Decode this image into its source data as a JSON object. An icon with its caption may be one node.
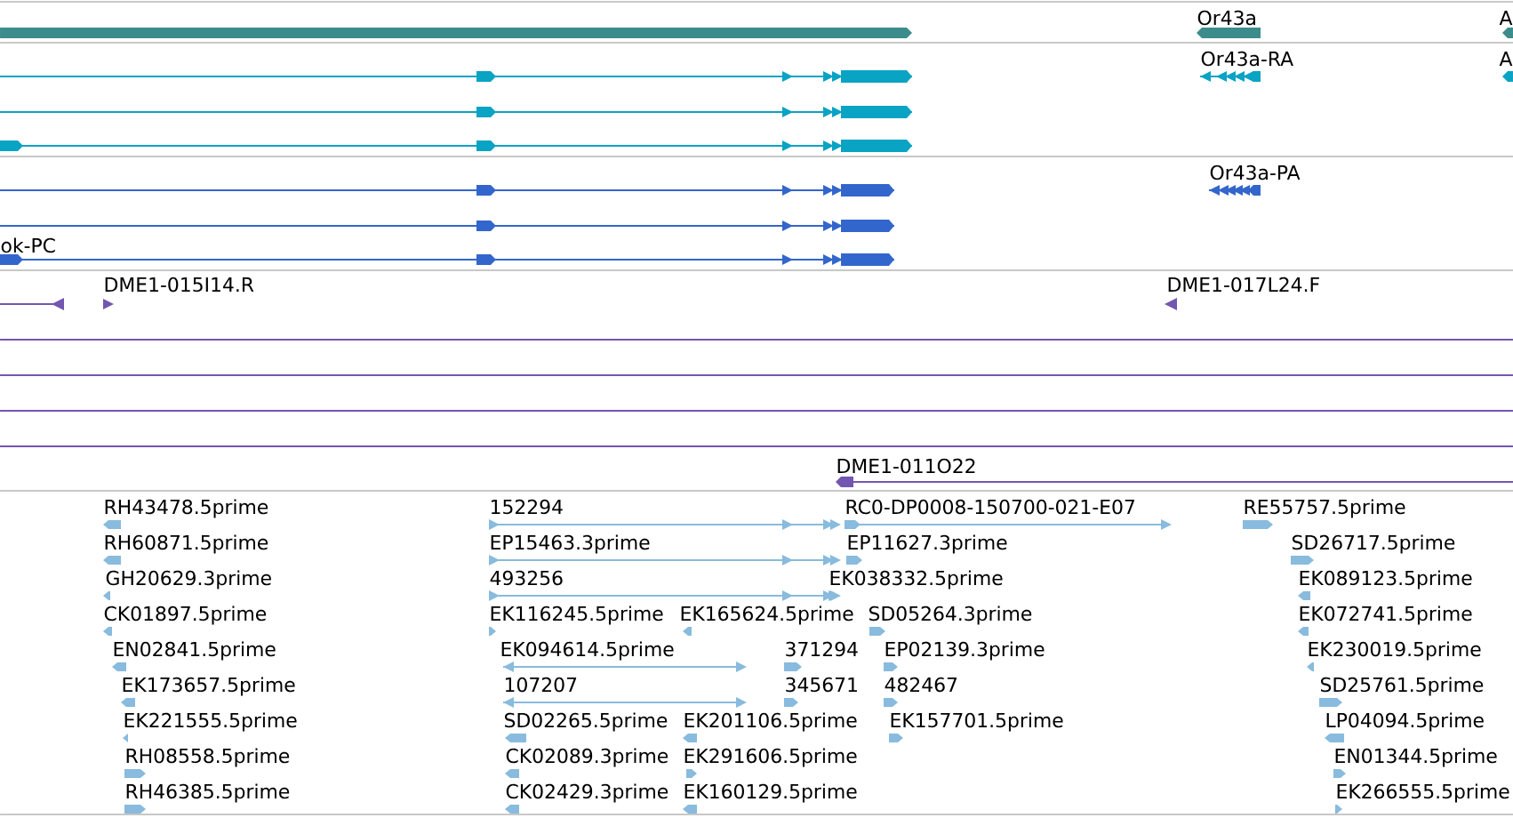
{
  "diagram": {
    "labels": [
      "Or43a",
      "A",
      "Or43a-RA",
      "A",
      "Or43a-PA",
      "ok-PC",
      "DME1-015I14.R",
      "DME1-017L24.F",
      "DME1-011O22",
      "RH43478.5prime",
      "152294",
      "RC0-DP0008-150700-021-E07",
      "RE55757.5prime",
      "RH60871.5prime",
      "EP15463.3prime",
      "EP11627.3prime",
      "SD26717.5prime",
      "GH20629.3prime",
      "493256",
      "EK038332.5prime",
      "EK089123.5prime",
      "CK01897.5prime",
      "EK116245.5prime",
      "EK165624.5prime",
      "SD05264.3prime",
      "EK072741.5prime",
      "EN02841.5prime",
      "EK094614.5prime",
      "371294",
      "EP02139.3prime",
      "EK230019.5prime",
      "EK173657.5prime",
      "107207",
      "345671",
      "482467",
      "SD25761.5prime",
      "EK221555.5prime",
      "SD02265.5prime",
      "EK201106.5prime",
      "EK157701.5prime",
      "LP04094.5prime",
      "RH08558.5prime",
      "CK02089.3prime",
      "EK291606.5prime",
      "EN01344.5prime",
      "RH46385.5prime",
      "CK02429.3prime",
      "EK160129.5prime",
      "EK266555.5prime"
    ]
  }
}
